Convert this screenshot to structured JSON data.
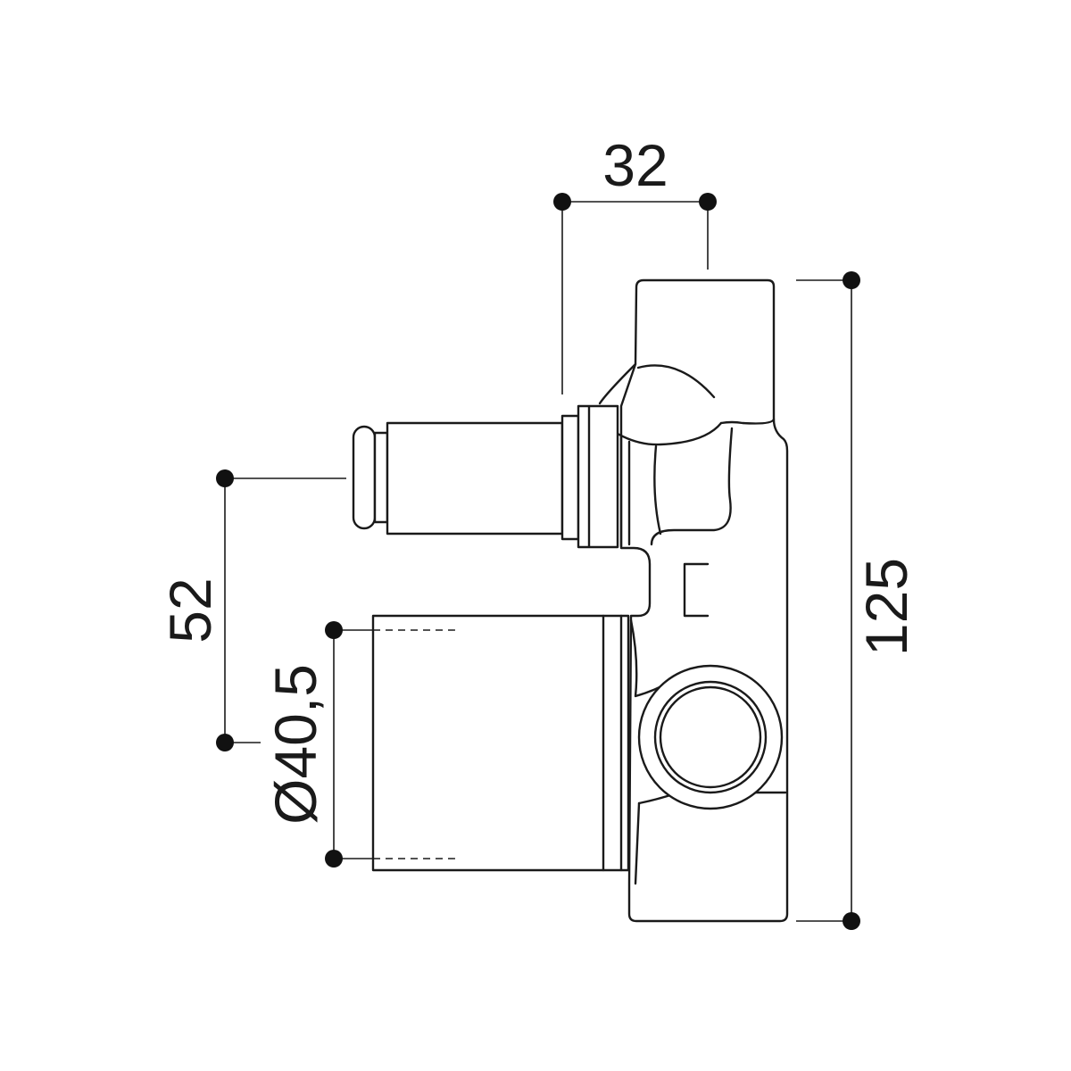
{
  "drawing": {
    "line_color": "#1a1a1a",
    "dot_color": "#111111",
    "background": "#ffffff",
    "dimensions": {
      "top_width": "32",
      "total_height": "125",
      "offset_height": "52",
      "diameter": "Ø40,5"
    }
  }
}
